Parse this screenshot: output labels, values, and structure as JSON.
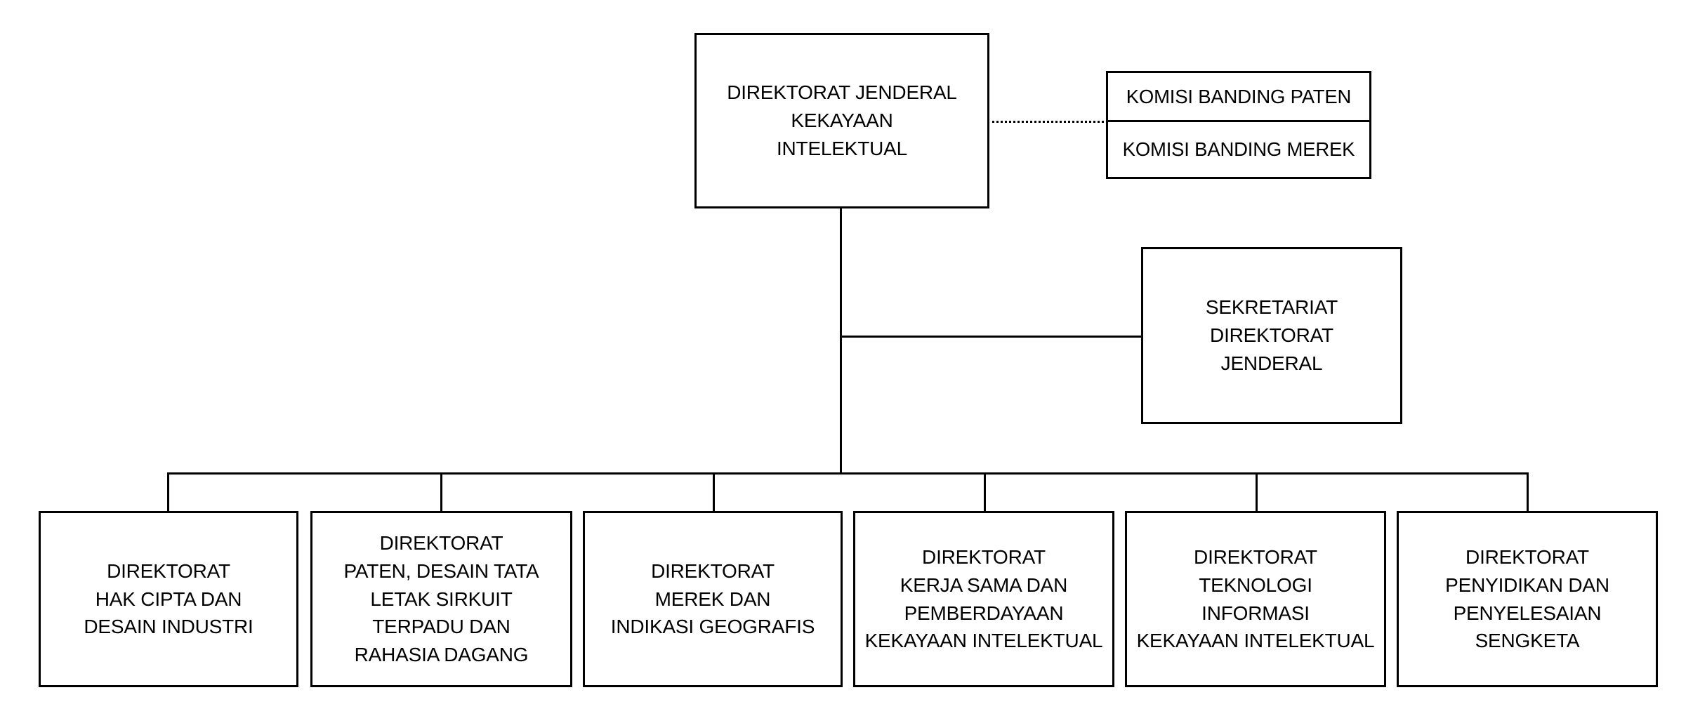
{
  "director_general": {
    "label": "DIREKTORAT JENDERAL\nKEKAYAAN\nINTELEKTUAL"
  },
  "committees": [
    {
      "label": "KOMISI BANDING PATEN"
    },
    {
      "label": "KOMISI BANDING MEREK"
    }
  ],
  "secretariat": {
    "label": "SEKRETARIAT\nDIREKTORAT\nJENDERAL"
  },
  "directorates": [
    {
      "label": "DIREKTORAT\nHAK CIPTA DAN\nDESAIN INDUSTRI"
    },
    {
      "label": "DIREKTORAT\nPATEN, DESAIN TATA\nLETAK SIRKUIT\nTERPADU DAN\nRAHASIA DAGANG"
    },
    {
      "label": "DIREKTORAT\nMEREK DAN\nINDIKASI GEOGRAFIS"
    },
    {
      "label": "DIREKTORAT\nKERJA SAMA DAN\nPEMBERDAYAAN\nKEKAYAAN INTELEKTUAL"
    },
    {
      "label": "DIREKTORAT\nTEKNOLOGI\nINFORMASI\nKEKAYAAN INTELEKTUAL"
    },
    {
      "label": "DIREKTORAT\nPENYIDIKAN DAN\nPENYELESAIAN\nSENGKETA"
    }
  ]
}
